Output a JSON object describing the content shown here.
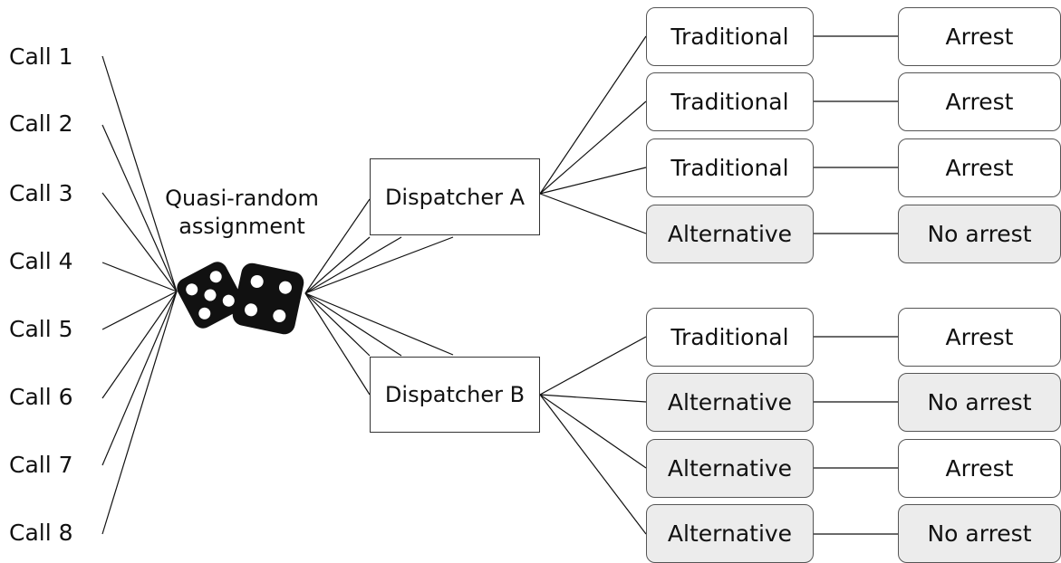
{
  "calls": [
    "Call 1",
    "Call 2",
    "Call 3",
    "Call 4",
    "Call 5",
    "Call 6",
    "Call 7",
    "Call 8"
  ],
  "assignment_label": [
    "Quasi-random",
    "assignment"
  ],
  "assignment_icon": "dice-icon",
  "dispatchers": [
    {
      "label": "Dispatcher A",
      "branches": [
        {
          "approach": "Traditional",
          "outcome": "Arrest"
        },
        {
          "approach": "Traditional",
          "outcome": "Arrest"
        },
        {
          "approach": "Traditional",
          "outcome": "Arrest"
        },
        {
          "approach": "Alternative",
          "outcome": "No arrest"
        }
      ]
    },
    {
      "label": "Dispatcher B",
      "branches": [
        {
          "approach": "Traditional",
          "outcome": "Arrest"
        },
        {
          "approach": "Alternative",
          "outcome": "No arrest"
        },
        {
          "approach": "Alternative",
          "outcome": "Arrest"
        },
        {
          "approach": "Alternative",
          "outcome": "No arrest"
        }
      ]
    }
  ],
  "colors": {
    "line": "#111111",
    "box_border": "#555555",
    "shaded_fill": "#ececec",
    "plain_fill": "#ffffff"
  }
}
